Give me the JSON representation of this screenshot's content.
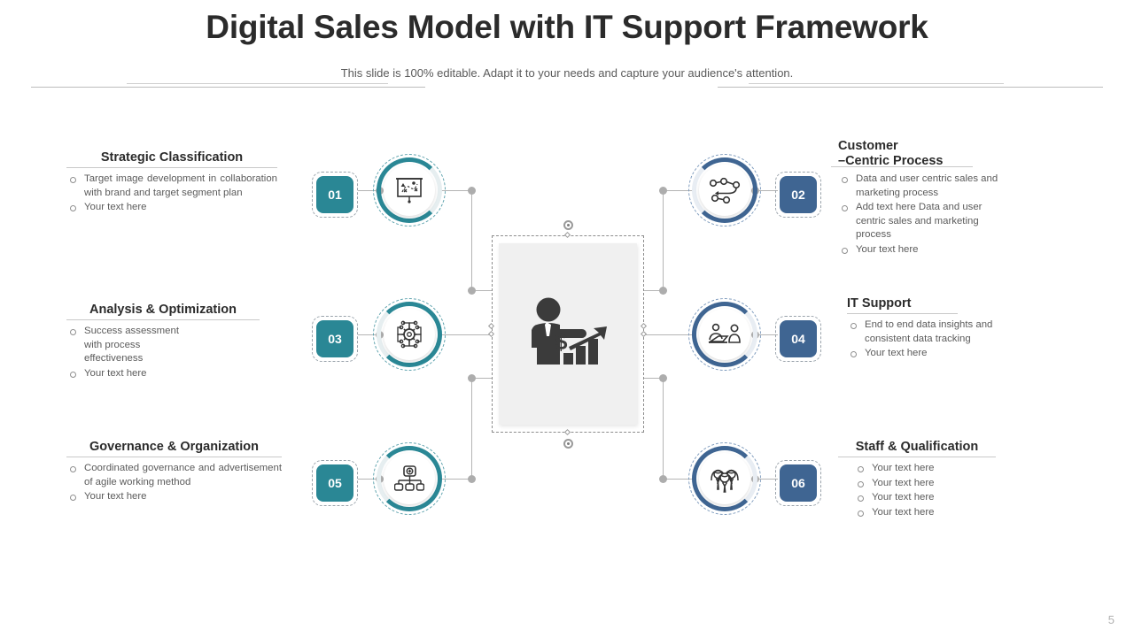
{
  "header": {
    "title": "Digital Sales Model with IT Support Framework",
    "subtitle": "This slide is 100% editable. Adapt it to your needs and capture your audience's attention."
  },
  "colors": {
    "teal": "#2a8795",
    "blue": "#3f6592",
    "connector": "#b4b4b4",
    "panel_bg": "#f0f0f0",
    "heading": "#2b2b2b",
    "body_text": "#5b5b5b"
  },
  "left_blocks": [
    {
      "heading": "Strategic Classification",
      "bullets": [
        "Target image development in collaboration with brand and target segment plan",
        "Your text here"
      ]
    },
    {
      "heading": "Analysis & Optimization",
      "bullets": [
        "Success assessment with process effectiveness",
        "Your text here"
      ]
    },
    {
      "heading": "Governance & Organization",
      "bullets": [
        "Coordinated governance and advertisement of agile working method",
        "Your text here"
      ]
    }
  ],
  "right_blocks": [
    {
      "heading_line1": "Customer",
      "heading_line2": "–Centric Process",
      "bullets": [
        "Data and user centric sales and marketing process",
        "Add text here Data and user centric sales and marketing process",
        "Your text here"
      ]
    },
    {
      "heading_line1": "IT Support",
      "heading_line2": "",
      "bullets": [
        "End to end data insights and consistent data tracking",
        "Your text here"
      ]
    },
    {
      "heading_line1": "Staff & Qualification",
      "heading_line2": "",
      "bullets": [
        "Your text here",
        "Your text here",
        "Your text here",
        "Your text here"
      ]
    }
  ],
  "nodes": [
    {
      "number": "01",
      "color": "teal",
      "icon": "strategy-board-icon",
      "side": "left"
    },
    {
      "number": "02",
      "color": "blue",
      "icon": "process-flow-icon",
      "side": "right"
    },
    {
      "number": "03",
      "color": "teal",
      "icon": "gear-network-icon",
      "side": "left"
    },
    {
      "number": "04",
      "color": "blue",
      "icon": "support-desk-icon",
      "side": "right"
    },
    {
      "number": "05",
      "color": "teal",
      "icon": "org-hierarchy-icon",
      "side": "left"
    },
    {
      "number": "06",
      "color": "blue",
      "icon": "team-group-icon",
      "side": "right"
    }
  ],
  "center": {
    "icon": "businessman-growth-chart-icon"
  },
  "footer": {
    "page_number": "5"
  }
}
